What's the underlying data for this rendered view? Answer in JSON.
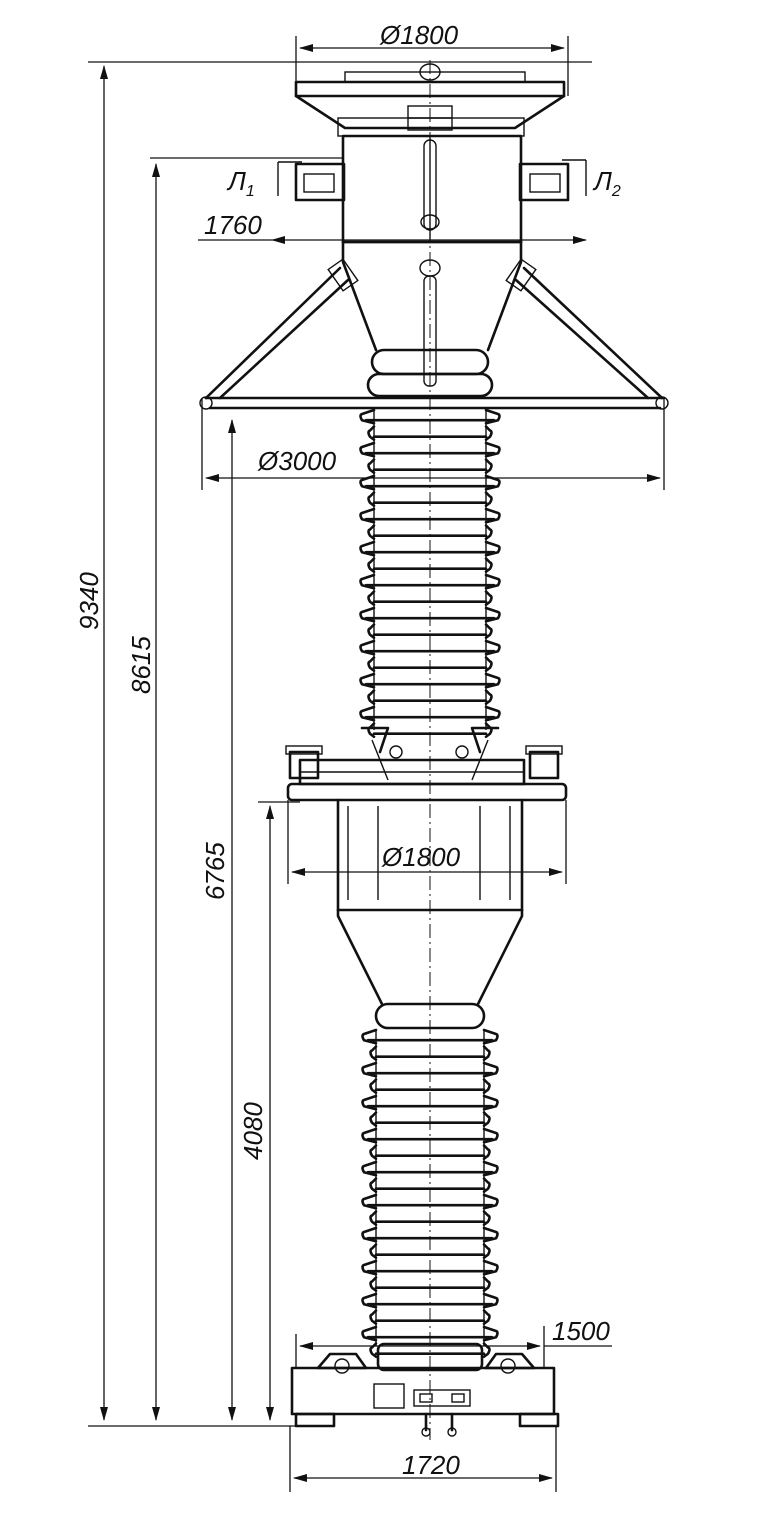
{
  "dimensions": {
    "overall_height": "9340",
    "upper_height": "8615",
    "mid_height": "6765",
    "lower_height": "4080",
    "top_diameter": "1800",
    "terminal_span": "1760",
    "ring_diameter": "3000",
    "mid_diameter": "1800",
    "base_small": "1500",
    "base_width": "1720"
  },
  "symbols": {
    "diameter": "Ø"
  },
  "terminals": {
    "left": {
      "letter": "Л",
      "index": "1"
    },
    "right": {
      "letter": "Л",
      "index": "2"
    }
  }
}
